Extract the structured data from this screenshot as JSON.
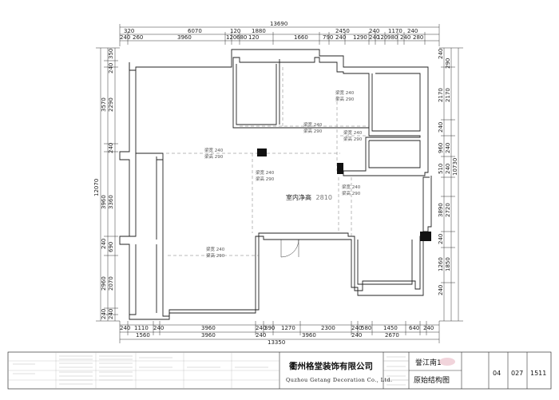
{
  "dims_top_outer": [
    "13690"
  ],
  "dims_top_mid": [
    "320",
    "6070",
    "120",
    "1880",
    "2450",
    "240",
    "1170",
    "240"
  ],
  "dims_top_inner": [
    "240",
    "260",
    "3960",
    "120",
    "680",
    "120",
    "1660",
    "790",
    "240",
    "1290",
    "240",
    "120",
    "980",
    "240",
    "280"
  ],
  "dims_bottom_inner": [
    "240",
    "1110",
    "240",
    "3960",
    "240",
    "390",
    "1270",
    "2300",
    "240",
    "580",
    "1450",
    "640",
    "240"
  ],
  "dims_bottom_mid": [
    "1560",
    "3960",
    "240",
    "3960",
    "240",
    "2670"
  ],
  "dims_bottom_outer": [
    "13350"
  ],
  "dims_left": [
    "350",
    "240",
    "3570",
    "2290",
    "240",
    "12070",
    "3960",
    "3360",
    "240",
    "690",
    "2960",
    "2070",
    "240",
    "240"
  ],
  "dims_right": [
    "240",
    "290",
    "2170",
    "2170",
    "240",
    "960",
    "240",
    "10730",
    "510",
    "240",
    "3890",
    "2720",
    "240",
    "1260",
    "1850",
    "240"
  ],
  "beams": [
    {
      "w": "梁宽 240",
      "h": "梁高 290"
    },
    {
      "w": "梁宽 240",
      "h": "梁高 290"
    },
    {
      "w": "梁宽 240",
      "h": "梁高 290"
    },
    {
      "w": "梁宽 240",
      "h": "梁高 290"
    },
    {
      "w": "梁宽 240",
      "h": "梁高 290"
    },
    {
      "w": "梁宽 240",
      "h": "梁高 290"
    },
    {
      "w": "梁宽 240",
      "h": "梁高 290"
    }
  ],
  "room_label": "室内净高",
  "room_height": "2810",
  "title_block": {
    "company_cn": "衢州格堂装饰有限公司",
    "company_en": "Quzhou Getang Decoration Co., Ltd.",
    "project": "誉江南1",
    "drawing_title": "原始结构图",
    "code_1": "04",
    "code_2": "027",
    "code_3": "1511"
  }
}
